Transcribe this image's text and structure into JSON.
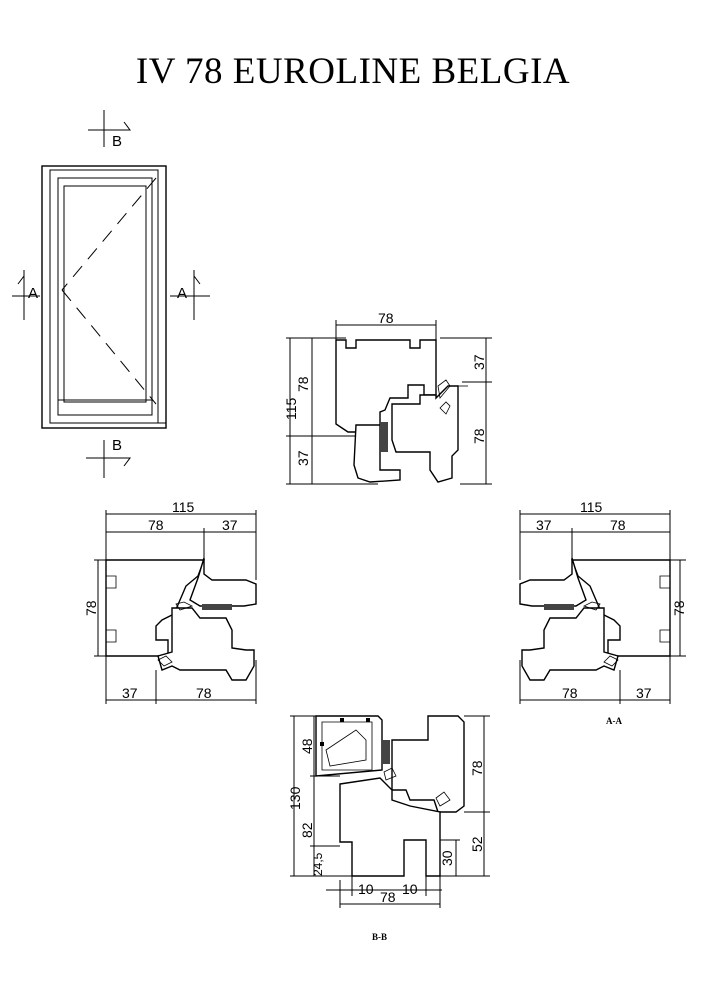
{
  "title": "IV 78 EUROLINE BELGIA",
  "markers": {
    "top": "B",
    "bottom": "B",
    "left": "A",
    "right": "A"
  },
  "section_labels": {
    "aa": "A-A",
    "bb": "B-B"
  },
  "top_section": {
    "width": "78",
    "height_total": "115",
    "height_frame": "78",
    "height_lower": "37",
    "right_top": "37",
    "right_bottom": "78"
  },
  "left_section": {
    "total": "115",
    "top_a": "78",
    "top_b": "37",
    "bottom_a": "37",
    "bottom_b": "78",
    "height": "78"
  },
  "right_section": {
    "total": "115",
    "top_a": "37",
    "top_b": "78",
    "bottom_a": "78",
    "bottom_b": "37",
    "height": "78"
  },
  "bottom_section": {
    "height_total": "130",
    "height_upper": "48",
    "height_lower": "82",
    "height_sill": "24,5",
    "right_upper": "78",
    "right_lower": "52",
    "right_inner": "30",
    "bottom_a": "10",
    "bottom_b": "10",
    "bottom_total": "78"
  }
}
